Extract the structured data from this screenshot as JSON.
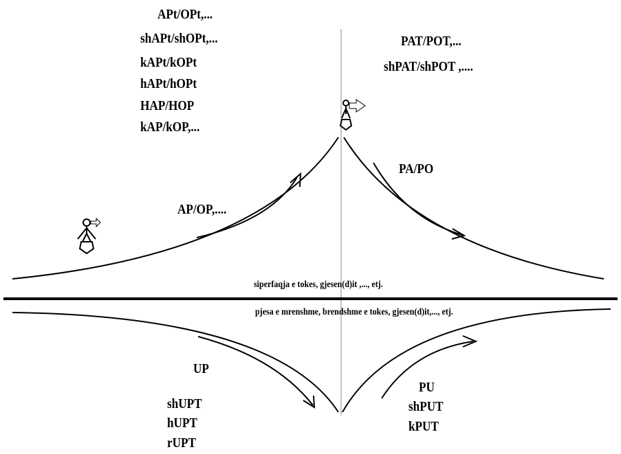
{
  "left_slope_words": [
    "APt/OPt,...",
    "shAPt/shOPt,...",
    "kAPt/kOPt",
    "hAPt/hOPt",
    "HAP/HOP",
    "kAP/kOP,..."
  ],
  "right_slope_words": [
    "PAT/POT,...",
    "shPAT/shPOT ,...."
  ],
  "ascent_label": "AP/OP,....",
  "descent_label": "PA/PO",
  "surface_label": "siperfaqja e tokes, gjesen(d)it ,..., etj.",
  "underground_label": "pjesa e mrenshme, brendshme e tokes, gjesen(d)it,..., etj.",
  "down_label": "UP",
  "down_words": [
    "shUPT",
    "hUPT",
    "rUPT"
  ],
  "up_words": [
    "PU",
    "shPUT",
    "kPUT"
  ]
}
